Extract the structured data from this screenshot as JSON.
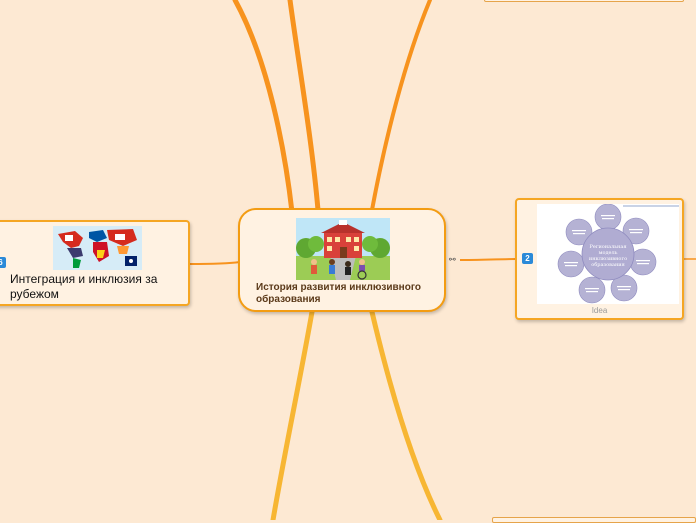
{
  "central": {
    "title": "История развития инклюзивного образования",
    "image": "school-children-illustration"
  },
  "left_topic": {
    "label": "Интеграция и инклюзия за рубежом",
    "image": "world-flags-map",
    "badge": "6"
  },
  "right_topic": {
    "caption": "Idea",
    "badge": "2",
    "image": "diagram-circles",
    "diagram_center": "Региональная модель инклюзивного образования"
  },
  "colors": {
    "background": "#fde9d3",
    "branch": "#f7931e",
    "branch_light": "#f7b633",
    "border": "#f5a623",
    "badge": "#2b8ad8"
  }
}
